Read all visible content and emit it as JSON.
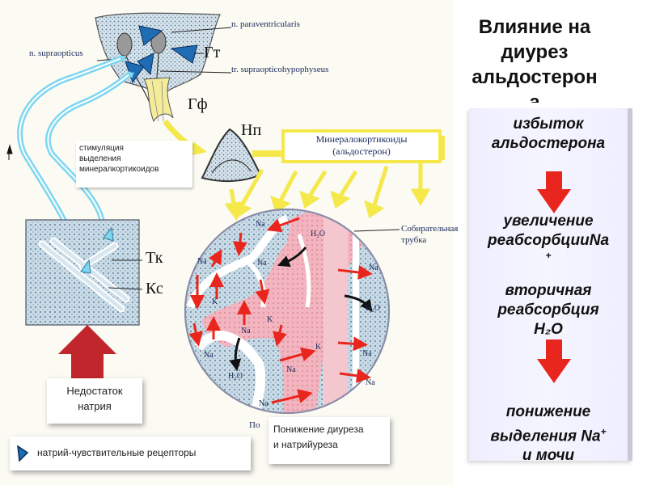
{
  "title": {
    "line1": "Влияние на",
    "line2": "диурез",
    "line3": "альдостерон",
    "line4": "а"
  },
  "right_panel": {
    "block1": {
      "line1": "избыток",
      "line2": "альдостерона"
    },
    "block2": {
      "line1": "увеличение",
      "line2": "реабсорбцииNa",
      "sup": "+"
    },
    "block3": {
      "line1": "вторичная",
      "line2": "реабсорбция",
      "line3": "H₂O"
    },
    "block4": {
      "line1": "понижение",
      "line2": "выделения Na",
      "sup": "+",
      "line3": "и мочи"
    }
  },
  "captions": {
    "stimulation": {
      "line1": "стимуляция",
      "line2": "выделения",
      "line3": "минералкортикоидов"
    },
    "sodium_deficit": {
      "line1": "Недостаток",
      "line2": "натрия"
    },
    "receptors_legend": "натрий-чувствительные рецепторы",
    "diuresis": {
      "line1": "Понижение диуреза",
      "line2": "и натрийуреза"
    }
  },
  "diagram_labels": {
    "paraventricularis": "n. paraventricularis",
    "supraopticus": "n. supraopticus",
    "tract": "tr. supraopticohypophyseus",
    "gt": "Гт",
    "gf": "Гф",
    "np": "Нп",
    "tk": "Тк",
    "ks": "Кс",
    "mineralocorticoids": {
      "line1": "Минералокортикоиды",
      "line2": "(альдостерон)"
    },
    "collecting_duct": {
      "line1": "Собирательная",
      "line2": "трубка"
    },
    "po": "По",
    "na": "Na",
    "k": "K",
    "h2o": "H₂O"
  },
  "colors": {
    "yellow_arrow": "#f4e84a",
    "red_arrow": "#e8261e",
    "blue_receptor": "#1f6cb4",
    "cyan_path": "#7fd6f0",
    "pink_tissue": "#f2a6b2",
    "tissue_bg": "#c9dbe6"
  }
}
